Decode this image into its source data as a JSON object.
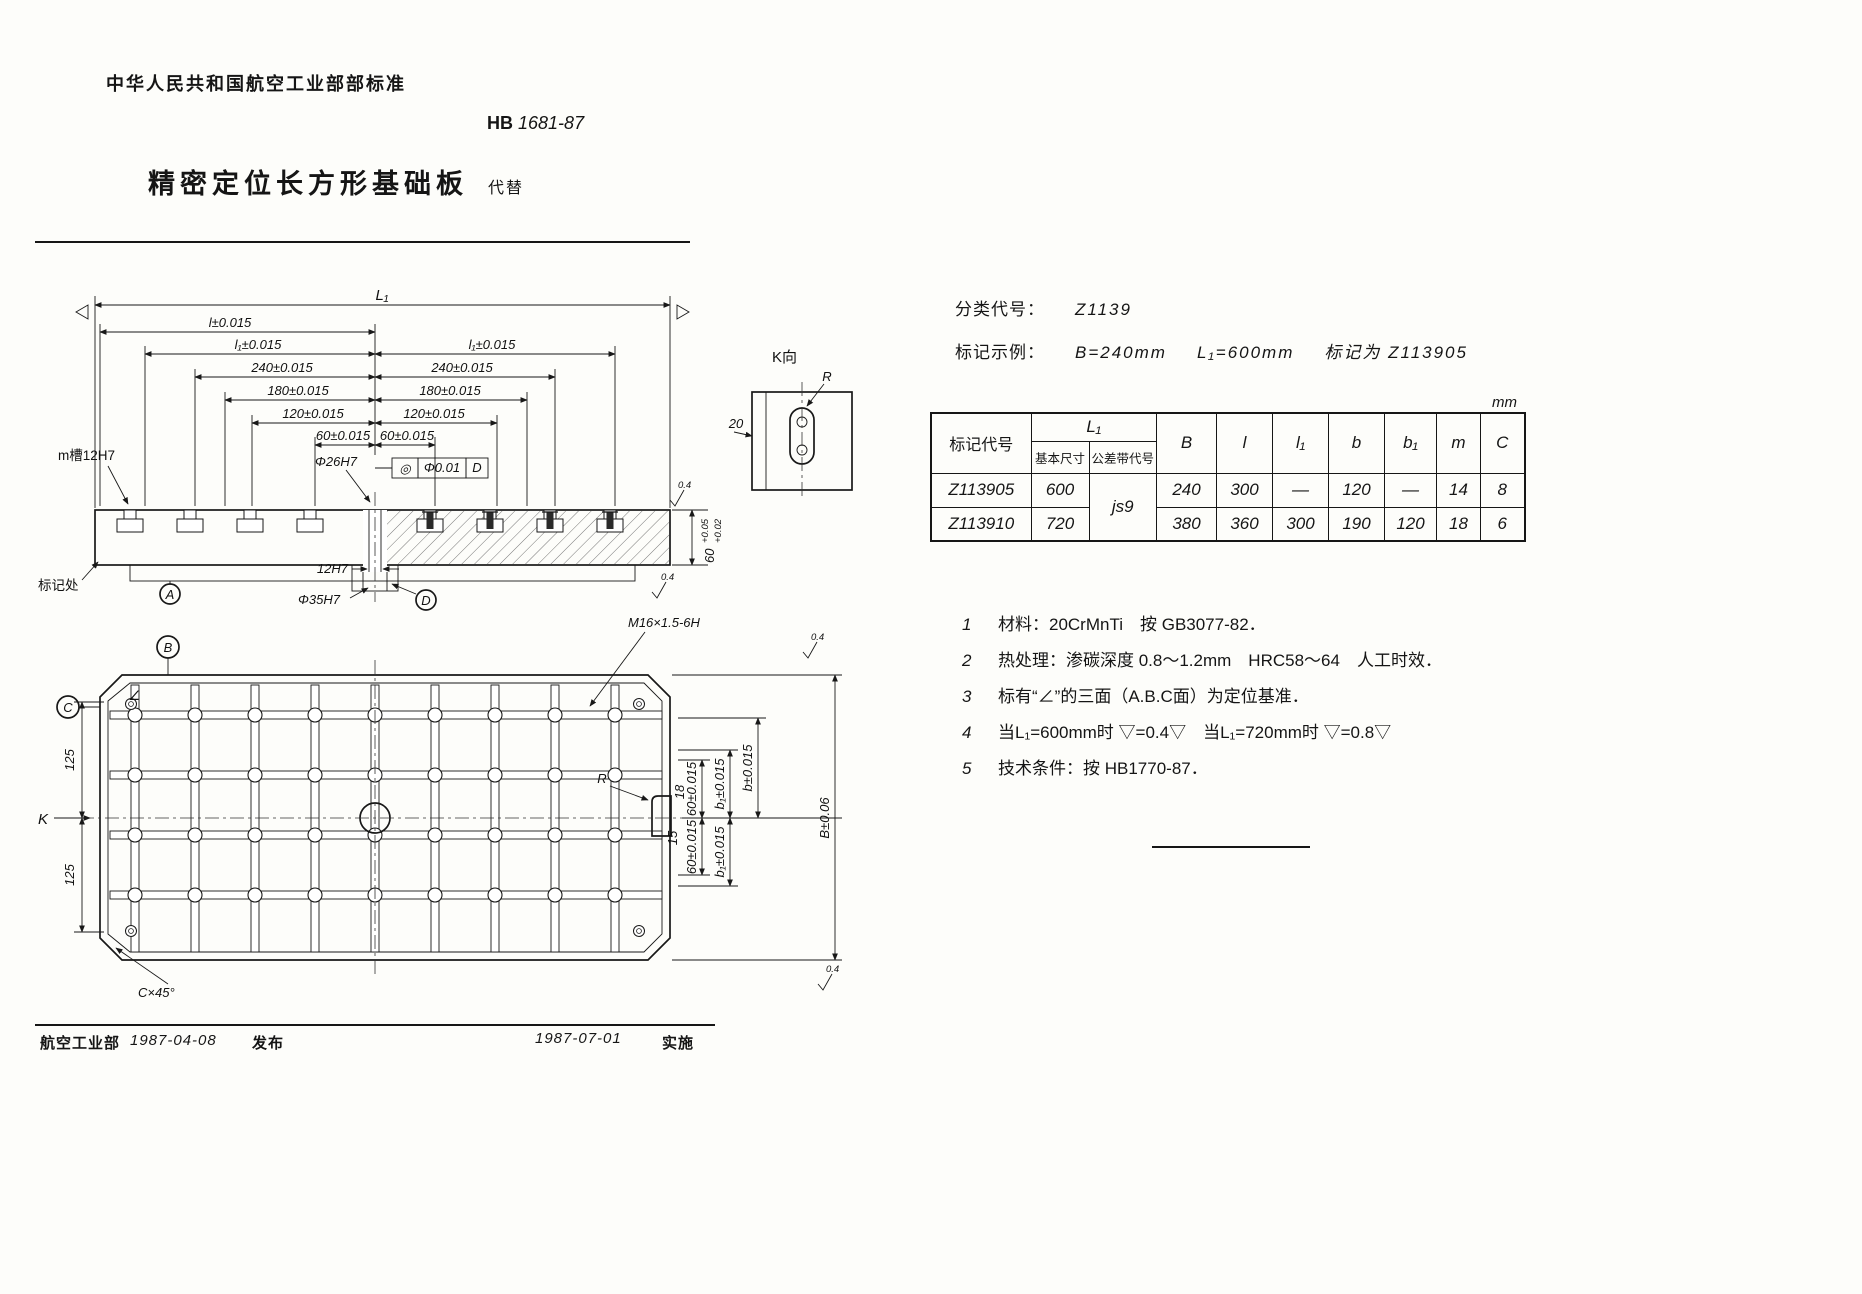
{
  "header": {
    "org": "中华人民共和国航空工业部部标准",
    "number_prefix": "HB",
    "number_value": "1681-87",
    "title": "精密定位长方形基础板",
    "replaces": "代替"
  },
  "classification": {
    "code_label": "分类代号：",
    "code": "Z1139",
    "example_label": "标记示例：",
    "example_B": "B=240mm",
    "example_L": "L₁=600mm",
    "example_mark": "标记为 Z113905"
  },
  "table": {
    "unit_label": "mm",
    "headers": {
      "code": "标记代号",
      "L1": "L₁",
      "L1_basic": "基本尺寸",
      "L1_tol": "公差带代号",
      "B": "B",
      "l": "l",
      "l1": "l₁",
      "b": "b",
      "b1": "b₁",
      "m": "m",
      "C": "C"
    },
    "tol_shared": "js9",
    "rows": [
      {
        "code": "Z113905",
        "L1": "600",
        "B": "240",
        "l": "300",
        "l1": "—",
        "b": "120",
        "b1": "—",
        "m": "14",
        "C": "8"
      },
      {
        "code": "Z113910",
        "L1": "720",
        "B": "380",
        "l": "360",
        "l1": "300",
        "b": "190",
        "b1": "120",
        "m": "18",
        "C": "6"
      }
    ]
  },
  "notes": [
    {
      "num": "1",
      "text": "材料：20CrMnTi　按 GB3077-82．"
    },
    {
      "num": "2",
      "text": "热处理：渗碳深度 0.8～1.2mm　HRC58～64　人工时效．"
    },
    {
      "num": "3",
      "text": "标有“∠”的三面（A.B.C面）为定位基准．"
    },
    {
      "num": "4",
      "text": "当L₁=600mm时 ▽=0.4▽　当L₁=720mm时 ▽=0.8▽"
    },
    {
      "num": "5",
      "text": "技术条件：按 HB1770-87．"
    }
  ],
  "footer": {
    "org": "航空工业部",
    "release_date": "1987-04-08",
    "release_label": "发布",
    "impl_date": "1987-07-01",
    "impl_label": "实施"
  },
  "side_view": {
    "dim_L1": "L₁",
    "dim_l": "l±0.015",
    "dim_l1_left": "l₁±0.015",
    "dim_l1_right": "l₁±0.015",
    "dim_240_left": "240±0.015",
    "dim_240_right": "240±0.015",
    "dim_180_left": "180±0.015",
    "dim_180_right": "180±0.015",
    "dim_120_left": "120±0.015",
    "dim_120_right": "120±0.015",
    "dim_60_left": "60±0.015",
    "dim_60_right": "60±0.015",
    "dia_26": "Φ26H7",
    "gdt_symbol": "◎",
    "gdt_tol": "Φ0.01",
    "gdt_datum": "D",
    "slot_label": "m槽12H7",
    "mark_label": "标记处",
    "datum_A": "A",
    "dim_12H7": "12H7",
    "dia_35": "Φ35H7",
    "datum_D": "D",
    "dim_height": "60",
    "dim_height_tol_upper": "+0.05",
    "dim_height_tol_lower": "+0.02",
    "finish_top": "0.4",
    "finish_bottom": "0.4"
  },
  "top_view": {
    "datum_B": "B",
    "datum_C": "C",
    "view_K": "K",
    "angle_mark": "∠",
    "dim_125_upper": "125",
    "dim_125_lower": "125",
    "thread_callout": "M16×1.5-6H",
    "radius_label": "R",
    "dim_18": "18",
    "dim_15": "15",
    "dim_60a": "60±0.015",
    "dim_60b": "60±0.015",
    "dim_b": "b±0.015",
    "dim_b1_upper": "b₁±0.015",
    "dim_b1_lower": "b₁±0.015",
    "dim_B": "B±0.06",
    "chamfer": "C×45°",
    "finish_top": "0.4",
    "finish_bottom": "0.4"
  },
  "k_view": {
    "title": "K向",
    "radius": "R",
    "dim_20": "20"
  }
}
